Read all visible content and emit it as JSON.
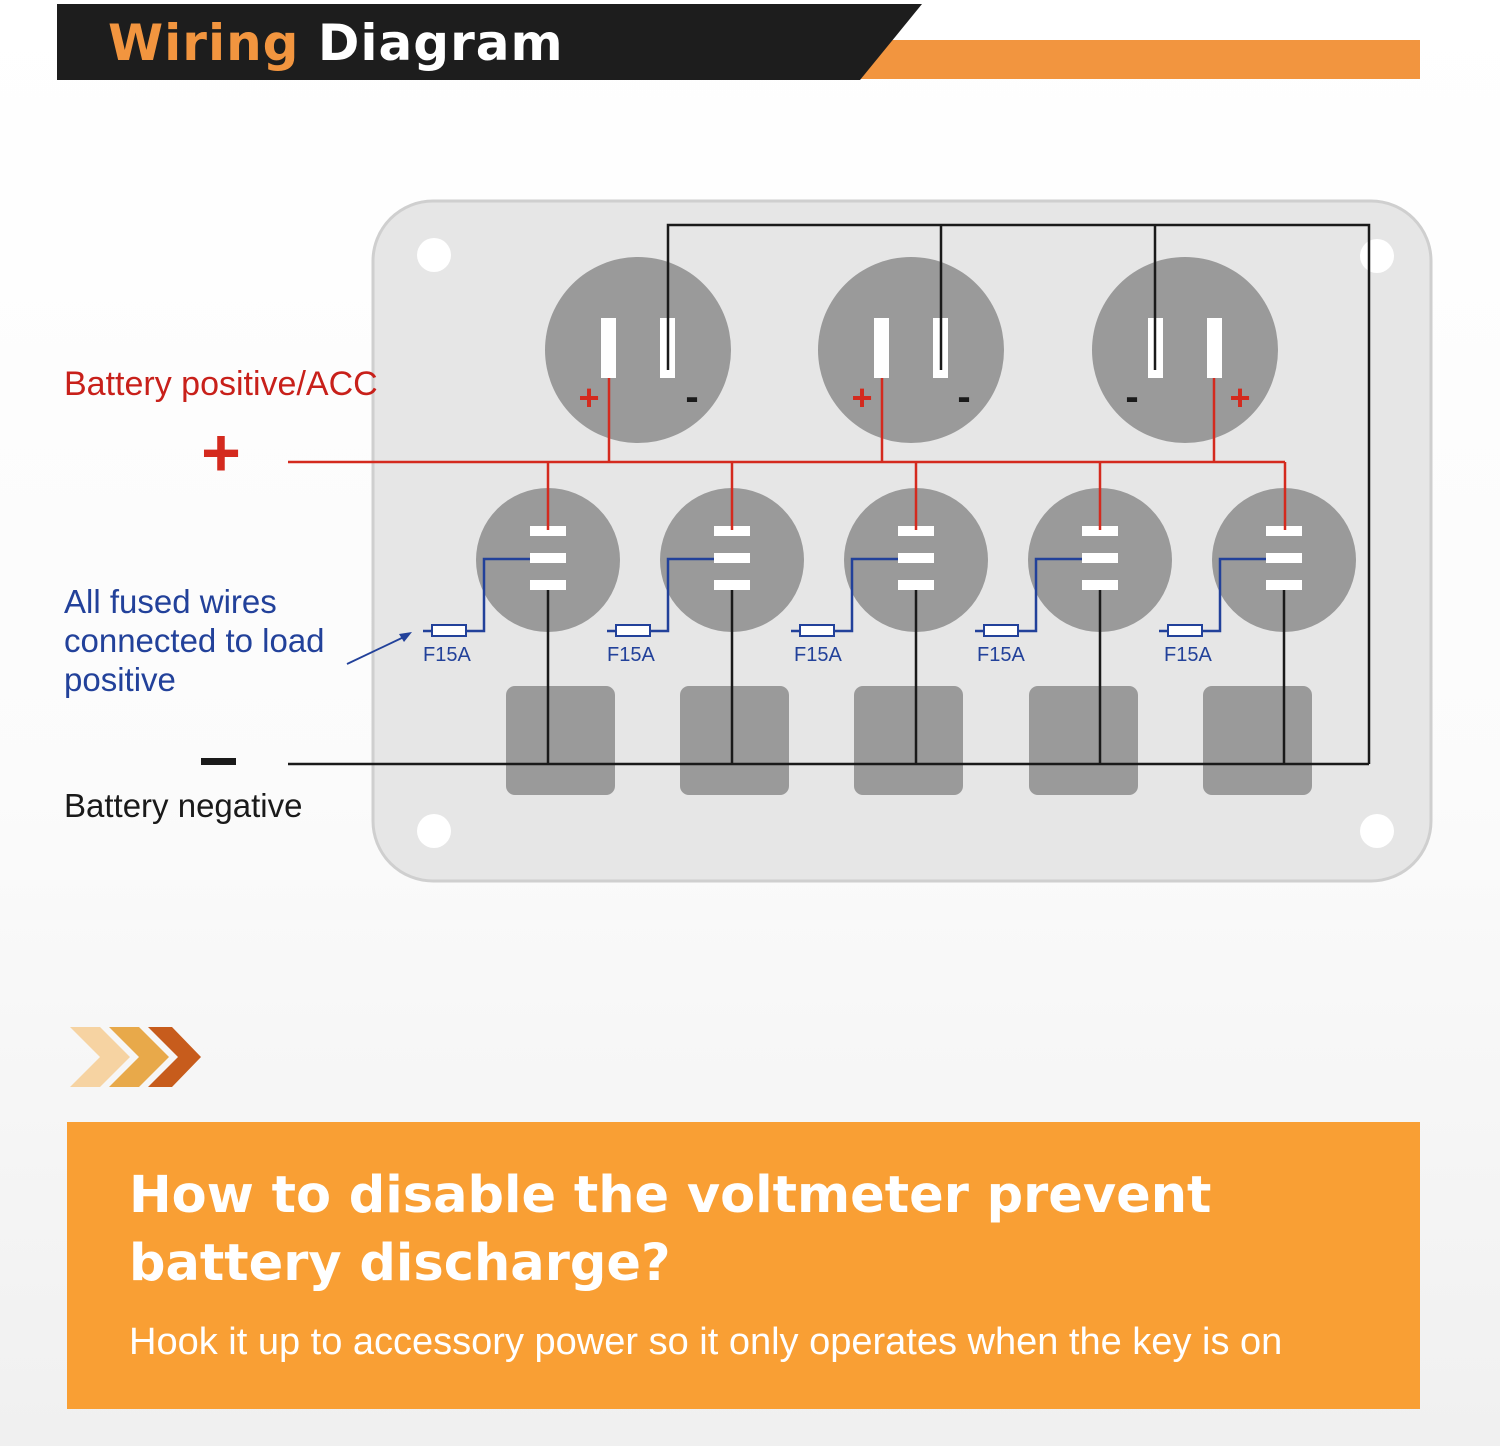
{
  "header": {
    "title_part1": "Wiring",
    "title_part2": "Diagram",
    "colors": {
      "bar": "#1d1d1d",
      "accent": "#f2953f"
    }
  },
  "diagram": {
    "positive_label": "Battery positive/ACC",
    "positive_symbol": "+",
    "fused_label_lines": [
      "All fused wires",
      "connected to load",
      "positive"
    ],
    "negative_symbol": "–",
    "negative_label": "Battery negative",
    "top_ports": [
      {
        "left_sign": "+",
        "right_sign": "-"
      },
      {
        "left_sign": "+",
        "right_sign": "-"
      },
      {
        "left_sign": "-",
        "right_sign": "+"
      }
    ],
    "fuse_labels": [
      "F15A",
      "F15A",
      "F15A",
      "F15A",
      "F15A"
    ],
    "colors": {
      "panel": "#e6e6e6",
      "port": "#9a9a9a",
      "positive_wire": "#d42a1e",
      "fused_wire": "#22419a",
      "negative_wire": "#1a1a1a"
    }
  },
  "decoration": {
    "chevron_icon": "triple-chevron-right-icon"
  },
  "info": {
    "heading": "How to disable the voltmeter prevent battery discharge?",
    "body": "Hook it up to accessory power so it only operates when the key is on",
    "background": "#f99f34"
  }
}
